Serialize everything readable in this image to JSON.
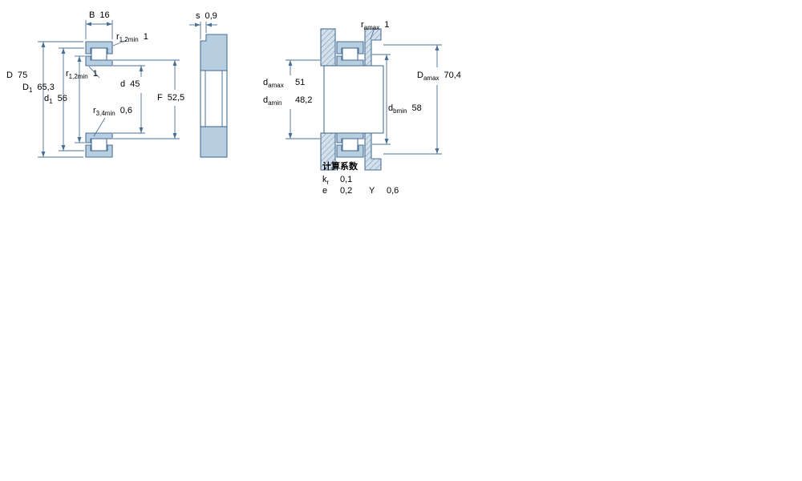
{
  "colors": {
    "ring_fill": "#b7cde0",
    "outline": "#4b7095",
    "dim_line": "#4b7095",
    "hatch_bg": "#d3e0ec",
    "hatch_line": "#6d8fae"
  },
  "labels": {
    "B": {
      "sym": "B",
      "sub": "",
      "val": "16"
    },
    "s": {
      "sym": "s",
      "sub": "",
      "val": "0,9"
    },
    "ramax": {
      "sym": "r",
      "sub": "amax",
      "val": "1"
    },
    "r12_top": {
      "sym": "r",
      "sub": "1,2min",
      "val": "1"
    },
    "r12_in": {
      "sym": "r",
      "sub": "1,2min",
      "val": "1"
    },
    "D": {
      "sym": "D",
      "sub": "",
      "val": "75"
    },
    "D1": {
      "sym": "D",
      "sub": "1",
      "val": "65,3"
    },
    "d1": {
      "sym": "d",
      "sub": "1",
      "val": "56"
    },
    "d": {
      "sym": "d",
      "sub": "",
      "val": "45"
    },
    "F": {
      "sym": "F",
      "sub": "",
      "val": "52,5"
    },
    "r34": {
      "sym": "r",
      "sub": "3,4min",
      "val": "0,6"
    },
    "damax": {
      "sym": "d",
      "sub": "amax",
      "val": "51"
    },
    "damin": {
      "sym": "d",
      "sub": "amin",
      "val": "48,2"
    },
    "dbmin": {
      "sym": "d",
      "sub": "bmin",
      "val": "58"
    },
    "Damax": {
      "sym": "D",
      "sub": "amax",
      "val": "70,4"
    },
    "factors_title": "计算系数",
    "kr": {
      "sym": "k",
      "sub": "r",
      "val": "0,1"
    },
    "e": {
      "sym": "e",
      "sub": "",
      "val": "0,2"
    },
    "Y": {
      "sym": "Y",
      "sub": "",
      "val": "0,6"
    }
  }
}
